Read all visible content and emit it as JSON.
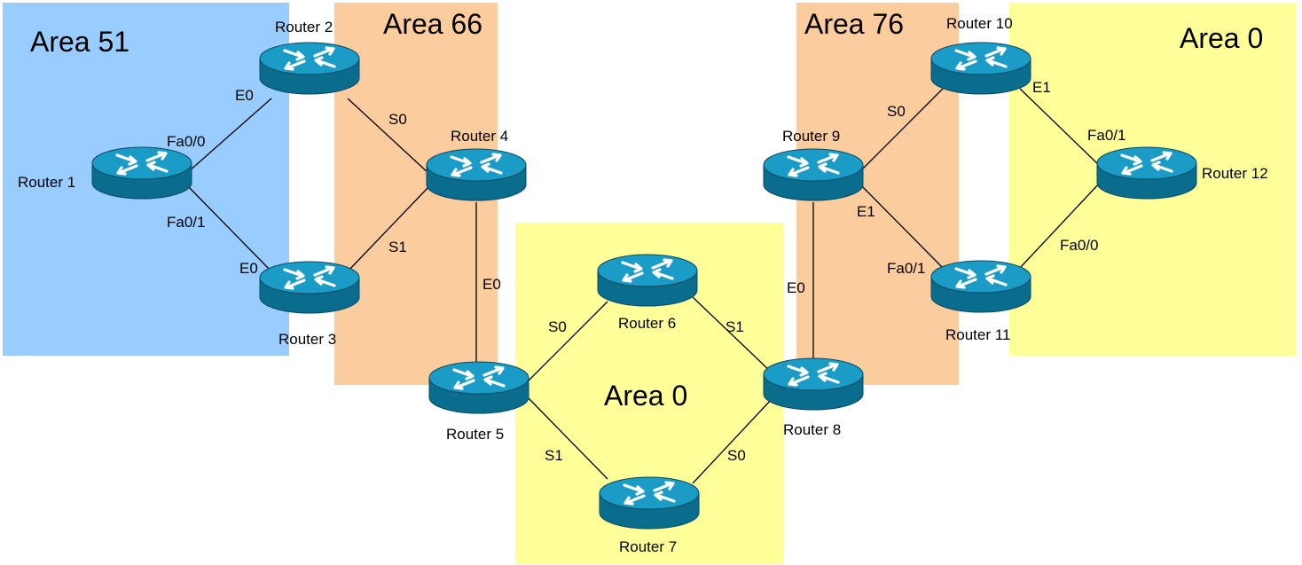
{
  "areas": [
    {
      "id": "area51",
      "label": "Area 51",
      "color": "#99ccff"
    },
    {
      "id": "area66",
      "label": "Area 66",
      "color": "#fbcc9d"
    },
    {
      "id": "area0-center",
      "label": "Area 0",
      "color": "#ffff99"
    },
    {
      "id": "area76",
      "label": "Area 76",
      "color": "#fbcc9d"
    },
    {
      "id": "area0-right",
      "label": "Area 0",
      "color": "#ffff99"
    }
  ],
  "routers": [
    {
      "id": "r1",
      "label": "Router 1"
    },
    {
      "id": "r2",
      "label": "Router 2"
    },
    {
      "id": "r3",
      "label": "Router 3"
    },
    {
      "id": "r4",
      "label": "Router 4"
    },
    {
      "id": "r5",
      "label": "Router 5"
    },
    {
      "id": "r6",
      "label": "Router 6"
    },
    {
      "id": "r7",
      "label": "Router 7"
    },
    {
      "id": "r8",
      "label": "Router 8"
    },
    {
      "id": "r9",
      "label": "Router 9"
    },
    {
      "id": "r10",
      "label": "Router 10"
    },
    {
      "id": "r11",
      "label": "Router 11"
    },
    {
      "id": "r12",
      "label": "Router 12"
    }
  ],
  "links": [
    {
      "from": "r1",
      "to": "r2"
    },
    {
      "from": "r1",
      "to": "r3"
    },
    {
      "from": "r2",
      "to": "r4"
    },
    {
      "from": "r3",
      "to": "r4"
    },
    {
      "from": "r4",
      "to": "r5"
    },
    {
      "from": "r5",
      "to": "r6"
    },
    {
      "from": "r5",
      "to": "r7"
    },
    {
      "from": "r6",
      "to": "r8"
    },
    {
      "from": "r7",
      "to": "r8"
    },
    {
      "from": "r8",
      "to": "r9"
    },
    {
      "from": "r9",
      "to": "r10"
    },
    {
      "from": "r9",
      "to": "r11"
    },
    {
      "from": "r10",
      "to": "r12"
    },
    {
      "from": "r11",
      "to": "r12"
    }
  ],
  "interfaces": [
    {
      "id": "r1-fa00",
      "label": "Fa0/0"
    },
    {
      "id": "r1-fa01",
      "label": "Fa0/1"
    },
    {
      "id": "r2-e0",
      "label": "E0"
    },
    {
      "id": "r3-e0",
      "label": "E0"
    },
    {
      "id": "r2-s0",
      "label": "S0"
    },
    {
      "id": "r3-s1",
      "label": "S1"
    },
    {
      "id": "r4-e0",
      "label": "E0"
    },
    {
      "id": "r5-s0",
      "label": "S0"
    },
    {
      "id": "r5-s1",
      "label": "S1"
    },
    {
      "id": "r6-s1",
      "label": "S1"
    },
    {
      "id": "r8-s0",
      "label": "S0"
    },
    {
      "id": "r9-e0",
      "label": "E0"
    },
    {
      "id": "r9-s0",
      "label": "S0"
    },
    {
      "id": "r9-e1",
      "label": "E1"
    },
    {
      "id": "r10-e1",
      "label": "E1"
    },
    {
      "id": "r11-fa01",
      "label": "Fa0/1"
    },
    {
      "id": "r12-fa01",
      "label": "Fa0/1"
    },
    {
      "id": "r12-fa00",
      "label": "Fa0/0"
    }
  ],
  "colors": {
    "router_body": "#0f8fb8",
    "router_side": "#0b6d8e",
    "router_top_highlight": "#3fb6dc",
    "router_outline": "#0a4a63",
    "link": "#000000"
  },
  "icons": {
    "router": "router-icon"
  }
}
